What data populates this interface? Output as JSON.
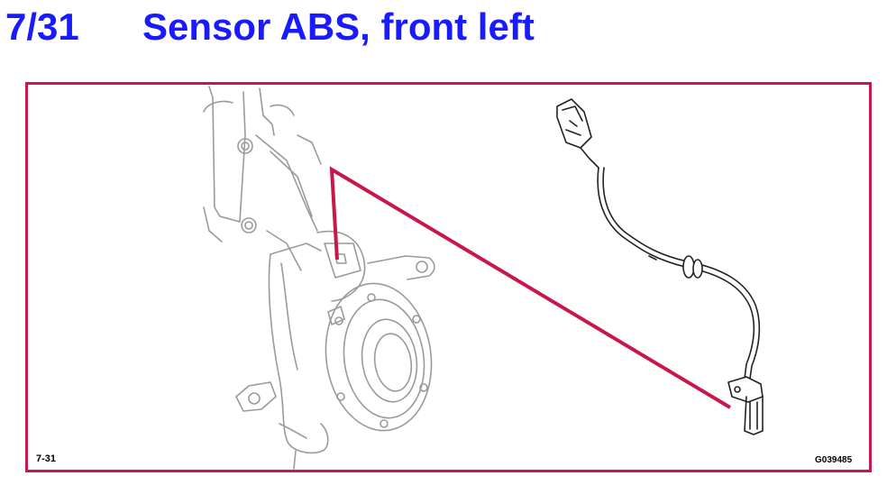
{
  "header": {
    "number": "7/31",
    "title": "Sensor ABS, front left"
  },
  "figure": {
    "number": "7-31",
    "code": "G039485"
  },
  "colors": {
    "title": "#1a1aff",
    "frame": "#c8174b",
    "pointer": "#c8174b",
    "line_art": "#9a9a9a",
    "sensor_art": "#222222"
  }
}
